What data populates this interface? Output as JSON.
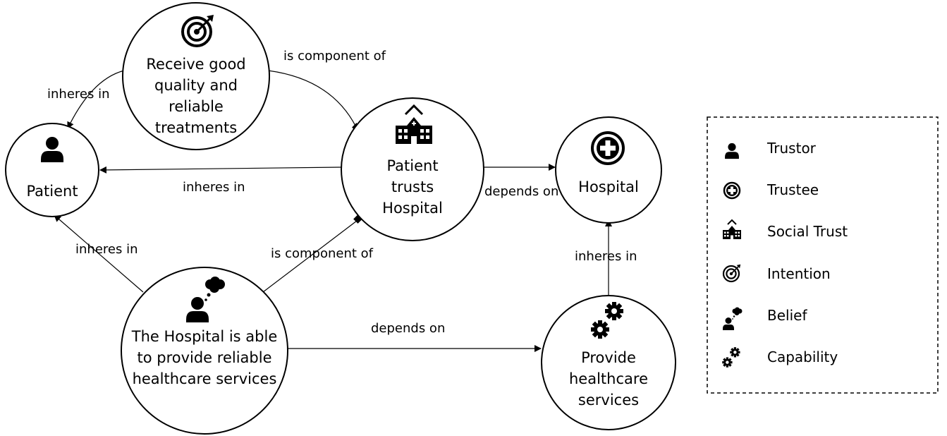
{
  "nodes": {
    "intention": [
      "Receive good",
      "quality and",
      "reliable",
      "treatments"
    ],
    "patient": [
      "Patient"
    ],
    "social_trust": [
      "Patient",
      "trusts",
      "Hospital"
    ],
    "hospital": [
      "Hospital"
    ],
    "belief": [
      "The Hospital is able",
      "to provide reliable",
      "healthcare services"
    ],
    "capability": [
      "Provide",
      "healthcare",
      "services"
    ]
  },
  "edges": {
    "intention_patient": "inheres in",
    "intention_trust": "is component of",
    "trust_patient": "inheres in",
    "trust_hospital": "depends on",
    "belief_patient": "inheres in",
    "belief_trust": "is component of",
    "belief_capability": "depends on",
    "capability_hospital": "inheres in"
  },
  "legend": {
    "items": [
      {
        "icon": "trustor-icon",
        "label": "Trustor"
      },
      {
        "icon": "trustee-icon",
        "label": "Trustee"
      },
      {
        "icon": "social-trust-icon",
        "label": "Social Trust"
      },
      {
        "icon": "intention-icon",
        "label": "Intention"
      },
      {
        "icon": "belief-icon",
        "label": "Belief"
      },
      {
        "icon": "capability-icon",
        "label": "Capability"
      }
    ]
  }
}
